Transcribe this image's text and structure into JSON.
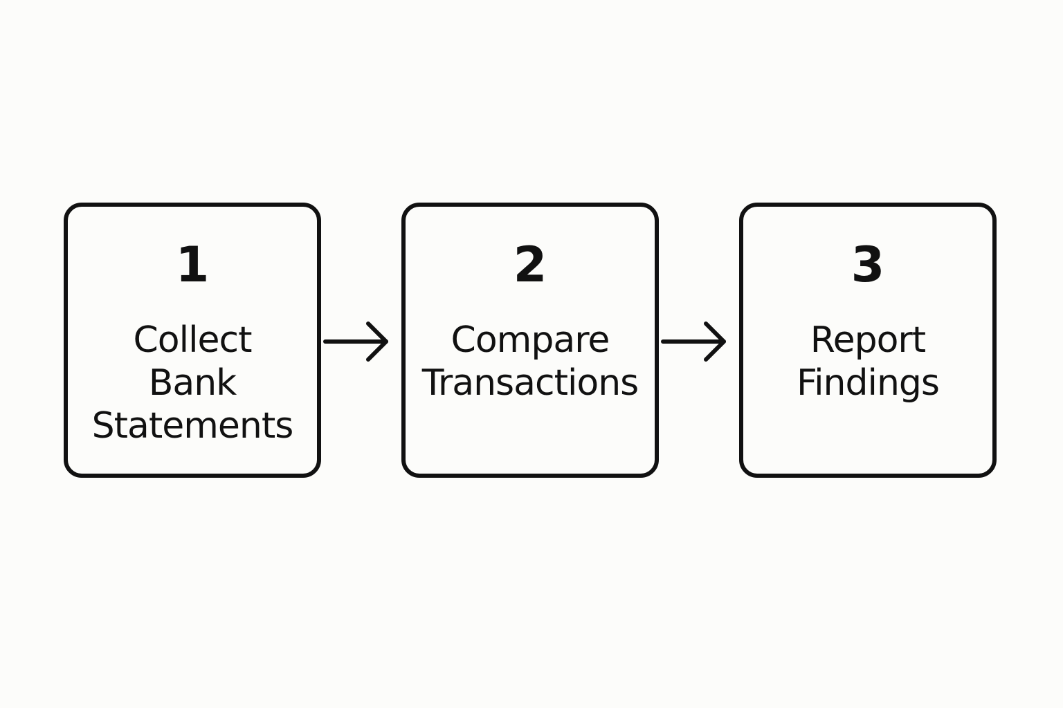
{
  "steps": [
    {
      "number": "1",
      "label_lines": [
        "Collect",
        "Bank",
        "Statements"
      ]
    },
    {
      "number": "2",
      "label_lines": [
        "Compare",
        "Transactions"
      ]
    },
    {
      "number": "3",
      "label_lines": [
        "Report",
        "Findings"
      ]
    }
  ],
  "colors": {
    "stroke": "#111111",
    "background": "#fcfcfa"
  }
}
